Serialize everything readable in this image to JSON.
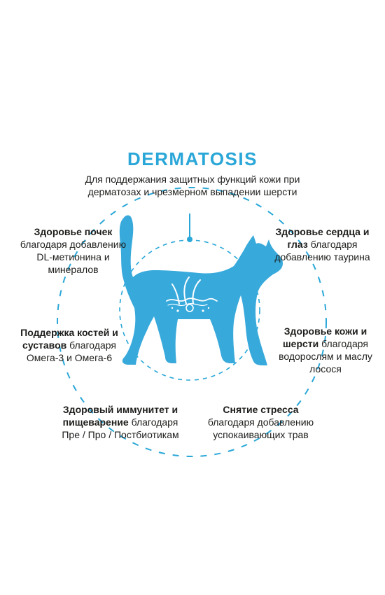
{
  "title": "DERMATOSIS",
  "intro": "Для поддержания защитных функций кожи при дерматозах и чрезмерном выпадении шерсти",
  "colors": {
    "accent": "#2aa7d8",
    "cat": "#37a9db",
    "text": "#1d1d1b"
  },
  "benefits": {
    "kidney": {
      "bold": "Здоровье почек",
      "text": "благодаря добавлению DL-метионина и минералов"
    },
    "heart": {
      "bold": "Здоровье сердца и глаз",
      "text": "благодаря добавлению таурина"
    },
    "bones": {
      "bold": "Поддержка костей и суставов",
      "text": "благодаря Омега-3 и Омега-6"
    },
    "skin": {
      "bold": "Здоровье кожи и шерсти",
      "text": "благодаря водорослям и маслу лосося"
    },
    "immunity": {
      "bold": "Здоровый иммунитет и пищеварение",
      "text": "благодаря Пре / Про / Постбиотикам"
    },
    "stress": {
      "bold": "Снятие стресса",
      "text": "благодаря добавлению успокаивающих трав"
    }
  },
  "icons": {
    "cat": "cat-silhouette-icon",
    "hair": "hair-follicle-icon"
  }
}
